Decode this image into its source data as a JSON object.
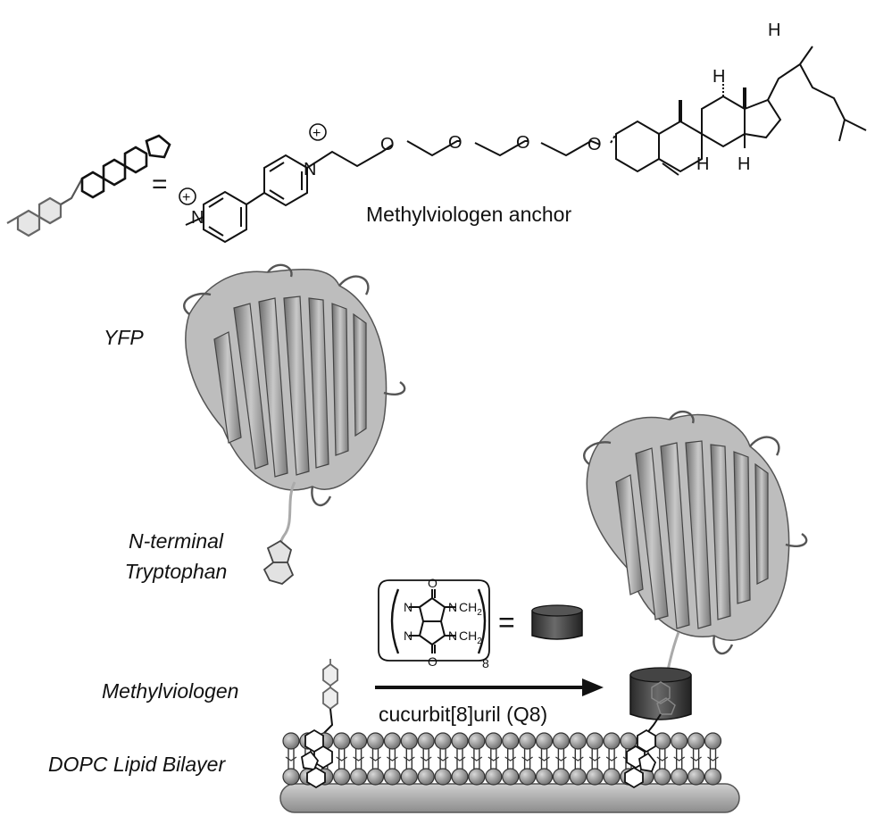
{
  "figure": {
    "equals_sign": "=",
    "anchor_name": "Methylviologen anchor",
    "protein_label": "YFP",
    "tryptophan_label_line1": "N-terminal",
    "tryptophan_label_line2": "Tryptophan",
    "methylviologen_label": "Methylviologen",
    "bilayer_label": "DOPC Lipid Bilayer",
    "reagent_label": "cucurbit[8]uril (Q8)",
    "q8_repeat_subscript": "8",
    "q8_equals": "=",
    "atoms": {
      "pyridinium_n": "N",
      "methyl_n": "N",
      "oxygen": "O",
      "hydrogen": "H",
      "carbonyl_o": "O",
      "ring_n": "N",
      "ch2": "CH",
      "ch2_sub": "2",
      "plus": "+"
    }
  }
}
